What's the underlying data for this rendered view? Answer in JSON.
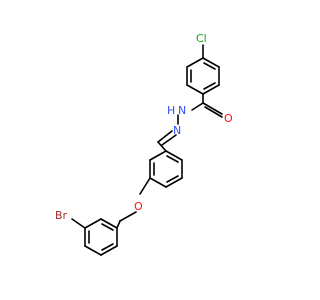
{
  "molecule": {
    "atoms": {
      "cl": {
        "text": "Cl",
        "color": "#1f9a1f"
      },
      "o_carbonyl": {
        "text": "O",
        "color": "#ff0d0d"
      },
      "nh": {
        "text": "H",
        "color": "#3050f8"
      },
      "n1": {
        "text": "N",
        "color": "#3050f8"
      },
      "n2": {
        "text": "N",
        "color": "#3050f8"
      },
      "o_ether": {
        "text": "O",
        "color": "#ff0d0d"
      },
      "br": {
        "text": "Br",
        "color": "#a62929"
      }
    },
    "bond_color": "#000000"
  }
}
